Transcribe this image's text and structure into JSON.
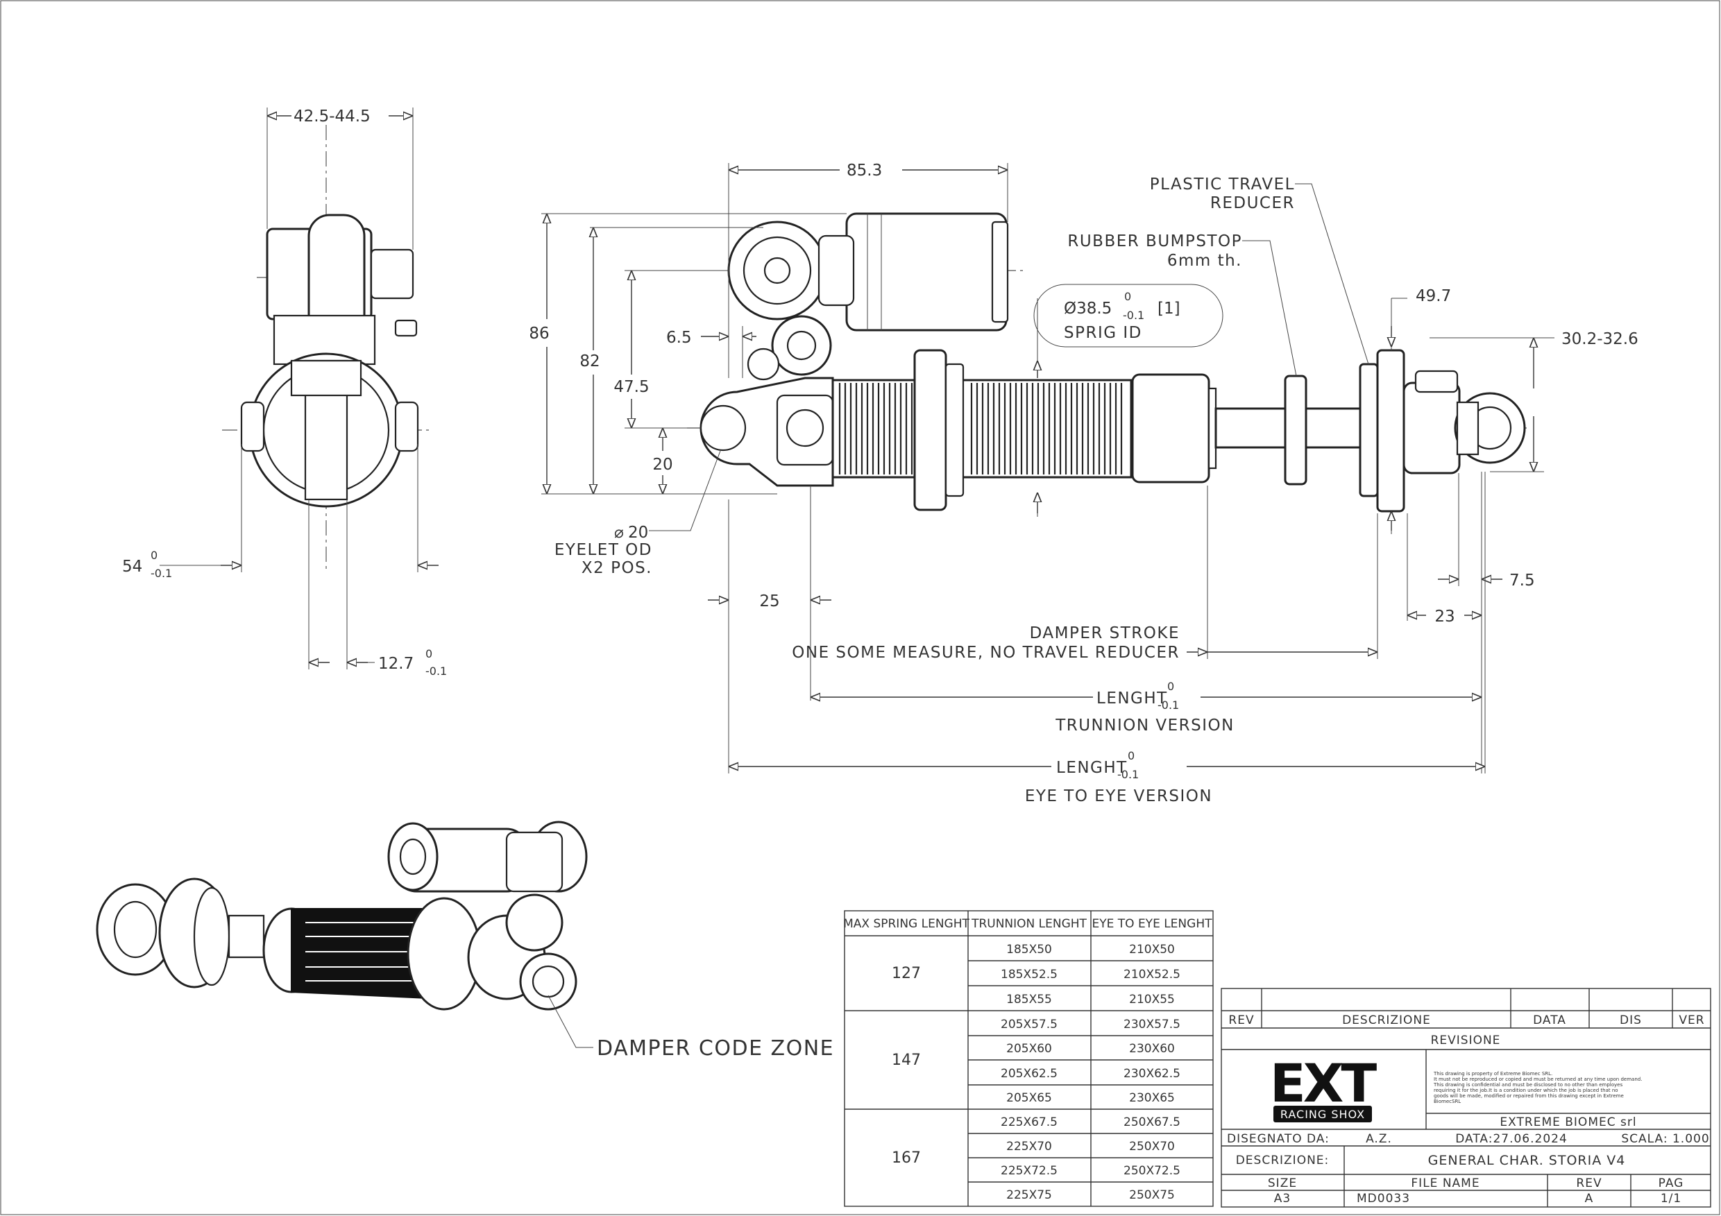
{
  "dimensions": {
    "top_width": "42.5-44.5",
    "width_54": "54",
    "width_54_tol_upper": "0",
    "width_54_tol_lower": "-0.1",
    "width_12_7": "12.7",
    "width_12_7_tol_upper": "0",
    "width_12_7_tol_lower": "-0.1",
    "reservoir_offset": "85.3",
    "height_86": "86",
    "height_82": "82",
    "height_47_5": "47.5",
    "offset_6_5": "6.5",
    "eye_center_20": "20",
    "eyelet_od_value": "20",
    "eyelet_od_text": "EYELET OD",
    "eyelet_positions": "X2 POS.",
    "offset_25": "25",
    "spring_id_value": "Ø38.5",
    "spring_id_tol_upper": "0",
    "spring_id_tol_lower": "-0.1",
    "spring_id_note": "[1]",
    "spring_id_label": "SPRIG ID",
    "dim_49_7": "49.7",
    "dim_30_2_32_6": "30.2-32.6",
    "dim_7_5": "7.5",
    "dim_23": "23"
  },
  "callouts": {
    "plastic_travel_line1": "PLASTIC TRAVEL",
    "plastic_travel_line2": "REDUCER",
    "rubber_bumpstop_line1": "RUBBER BUMPSTOP",
    "rubber_bumpstop_line2": "6mm th.",
    "damper_stroke_line1": "DAMPER STROKE",
    "damper_stroke_line2": "ONE SOME MEASURE, NO TRAVEL REDUCER",
    "trunnion_length": "LENGHT",
    "trunnion_tol_upper": "0",
    "trunnion_tol_lower": "-0.1",
    "trunnion_version": "TRUNNION VERSION",
    "eye_length": "LENGHT",
    "eye_tol_upper": "0",
    "eye_tol_lower": "-0.1",
    "eye_version": "EYE TO EYE VERSION",
    "damper_code_zone": "DAMPER CODE ZONE"
  },
  "length_table": {
    "headers": [
      "MAX SPRING LENGHT",
      "TRUNNION LENGHT",
      "EYE TO EYE LENGHT"
    ],
    "groups": [
      {
        "spring": "127",
        "rows": [
          [
            "185X50",
            "210X50"
          ],
          [
            "185X52.5",
            "210X52.5"
          ],
          [
            "185X55",
            "210X55"
          ]
        ]
      },
      {
        "spring": "147",
        "rows": [
          [
            "205X57.5",
            "230X57.5"
          ],
          [
            "205X60",
            "230X60"
          ],
          [
            "205X62.5",
            "230X62.5"
          ],
          [
            "205X65",
            "230X65"
          ]
        ]
      },
      {
        "spring": "167",
        "rows": [
          [
            "225X67.5",
            "250X67.5"
          ],
          [
            "225X70",
            "250X70"
          ],
          [
            "225X72.5",
            "250X72.5"
          ],
          [
            "225X75",
            "250X75"
          ]
        ]
      }
    ]
  },
  "title_block": {
    "rev": "REV",
    "descrizione_header": "DESCRIZIONE",
    "data_header": "DATA",
    "dis_header": "DIS",
    "ver_header": "VER",
    "revisione": "REVISIONE",
    "logo_main": "EXT",
    "logo_sub": "RACING SHOX",
    "legal_line1": "This drawing is property of Extreme Biomec SRL.",
    "legal_line2": "It must not be reproduced or copied and must be returned at any time upon demand.",
    "legal_line3": "This drawing is confidential and must be disclosed to no other than employes",
    "legal_line4": "requiring it for the job.It is a condition under which the job is placed that no",
    "legal_line5": "goods will be made, modified or repaired from this drawing except in Extreme",
    "legal_line6": "BiomecSRL",
    "company": "EXTREME BIOMEC srl",
    "disegnato_label": "DISEGNATO DA:",
    "disegnato_value": "A.Z.",
    "data_value": "DATA:27.06.2024",
    "scala_value": "SCALA: 1.000",
    "descrizione_label": "DESCRIZIONE:",
    "descrizione_value": "GENERAL CHAR. STORIA V4",
    "size_label": "SIZE",
    "file_label": "FILE NAME",
    "rev_label": "REV",
    "pag_label": "PAG",
    "size_value": "A3",
    "file_value": "MD0033",
    "rev_value": "A",
    "pag_value": "1/1"
  }
}
